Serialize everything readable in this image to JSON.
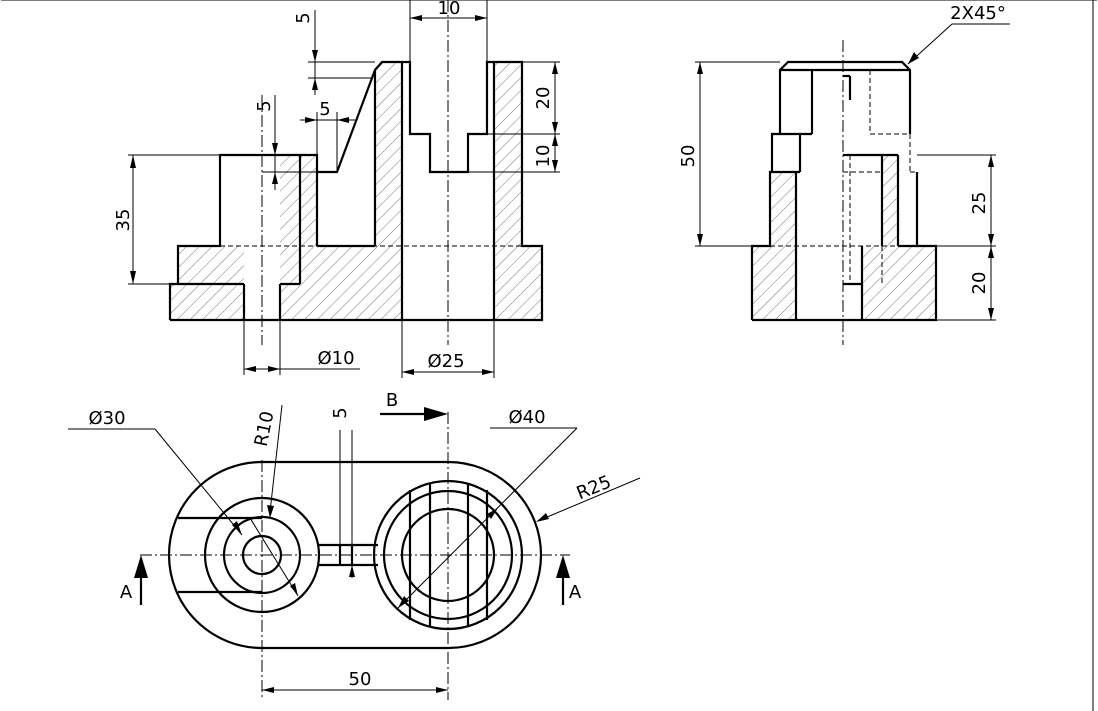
{
  "front_view": {
    "dims": {
      "height_35": "35",
      "step_5_v": "5",
      "step_5_h": "5",
      "top_5": "5",
      "width_10": "10",
      "slot_20": "20",
      "slot_10": "10",
      "dia_10": "Ø10",
      "dia_25": "Ø25"
    }
  },
  "side_view": {
    "dims": {
      "chamfer": "2X45°",
      "height_50": "50",
      "height_25": "25",
      "height_20": "20"
    }
  },
  "top_view": {
    "dims": {
      "dia_30": "Ø30",
      "r10": "R10",
      "gap_5": "5",
      "dia_40": "Ø40",
      "r25": "R25",
      "dist_50": "50"
    },
    "section_labels": {
      "a_left": "A",
      "a_right": "A",
      "b": "B"
    }
  }
}
